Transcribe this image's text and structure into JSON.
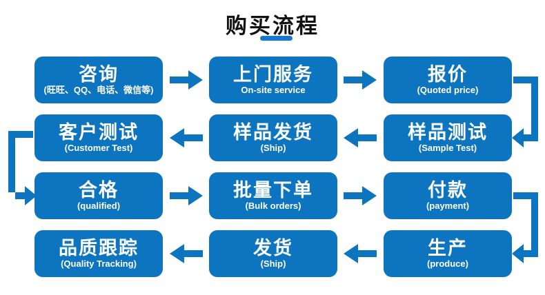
{
  "title": {
    "text": "购买流程"
  },
  "colors": {
    "box": "#0d74bf",
    "arrow": "#0d74bf",
    "title_underline": "#1677d2",
    "title_text": "#111111",
    "box_text": "#ffffff",
    "background": "#ffffff"
  },
  "flow": {
    "rows": [
      {
        "direction": "right",
        "boxes": [
          {
            "label": "咨询",
            "sub": "(旺旺、QQ、电话、微信等)"
          },
          {
            "label": "上门服务",
            "sub": "On-site service"
          },
          {
            "label": "报价",
            "sub": "(Quoted price)"
          }
        ]
      },
      {
        "direction": "left",
        "boxes": [
          {
            "label": "客户测试",
            "sub": "(Customer Test)"
          },
          {
            "label": "样品发货",
            "sub": "(Ship)"
          },
          {
            "label": "样品测试",
            "sub": "(Sample Test)"
          }
        ]
      },
      {
        "direction": "right",
        "boxes": [
          {
            "label": "合格",
            "sub": "(qualified)"
          },
          {
            "label": "批量下单",
            "sub": "(Bulk orders)"
          },
          {
            "label": "付款",
            "sub": "(payment)"
          }
        ]
      },
      {
        "direction": "left",
        "boxes": [
          {
            "label": "品质跟踪",
            "sub": "(Quality Tracking)"
          },
          {
            "label": "发货",
            "sub": "(Ship)"
          },
          {
            "label": "生产",
            "sub": "(produce)"
          }
        ]
      }
    ]
  }
}
